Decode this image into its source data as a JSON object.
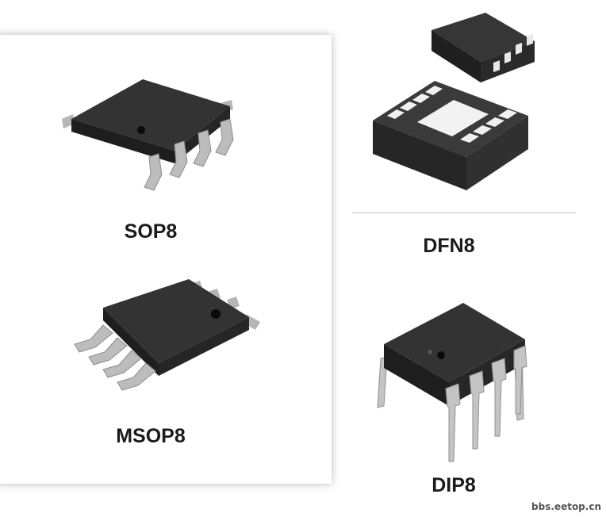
{
  "packages": {
    "sop8": {
      "label": "SOP8",
      "icon": "sop8-chip-icon"
    },
    "msop8": {
      "label": "MSOP8",
      "icon": "msop8-chip-icon"
    },
    "dfn8": {
      "label": "DFN8",
      "icon": "dfn8-chip-icon"
    },
    "dip8": {
      "label": "DIP8",
      "icon": "dip8-chip-icon"
    }
  },
  "watermark": "bbs.eetop.cn",
  "colors": {
    "body": "#2b2b2b",
    "body_top": "#353535",
    "pin": "#b9b9b9",
    "pad": "#f0f0f0",
    "text": "#1a1a1a"
  }
}
